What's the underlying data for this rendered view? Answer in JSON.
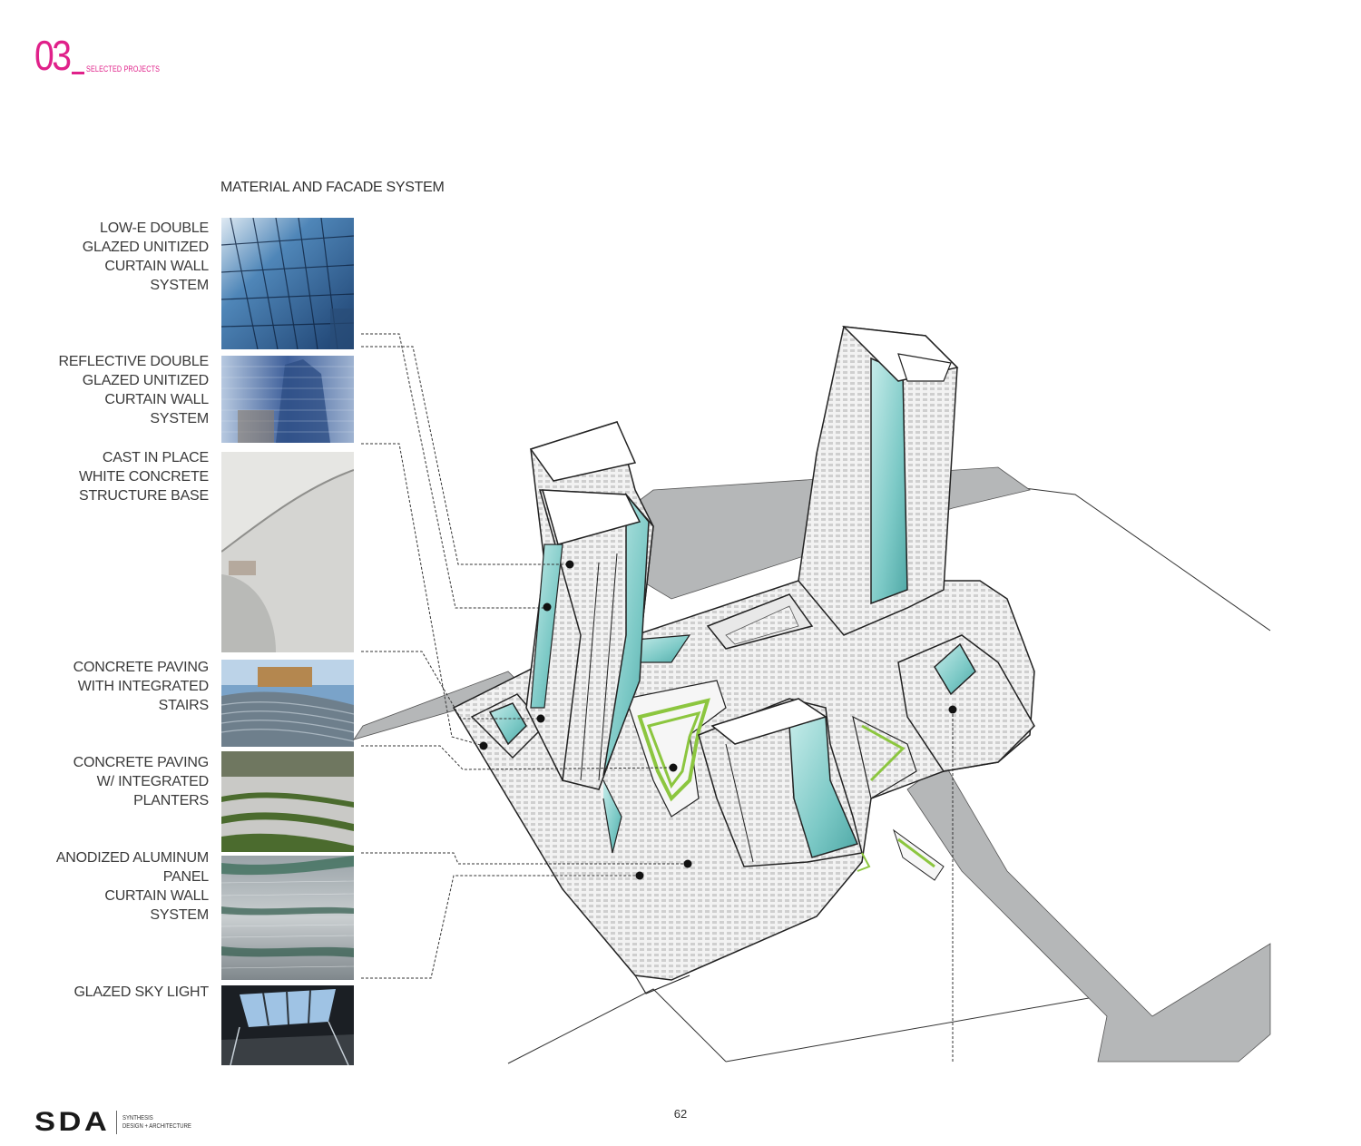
{
  "header": {
    "chapter_number": "03",
    "chapter_title": "SELECTED PROJECTS"
  },
  "section": {
    "title": "MATERIAL  AND FACADE SYSTEM"
  },
  "materials": [
    {
      "label": "LOW-E DOUBLE\nGLAZED UNITIZED\nCURTAIN WALL\nSYSTEM",
      "photo": "blue-glass-curtain-wall"
    },
    {
      "label": "REFLECTIVE DOUBLE\nGLAZED UNITIZED\nCURTAIN WALL\nSYSTEM",
      "photo": "reflective-glass-tower"
    },
    {
      "label": "CAST IN PLACE\nWHITE CONCRETE\nSTRUCTURE BASE",
      "photo": "white-concrete-overhang"
    },
    {
      "label": "CONCRETE PAVING\nWITH INTEGRATED\nSTAIRS",
      "photo": "stepped-concrete-paving"
    },
    {
      "label": "CONCRETE PAVING\nW/ INTEGRATED\nPLANTERS",
      "photo": "paving-with-planters"
    },
    {
      "label": "ANODIZED ALUMINUM\nPANEL\nCURTAIN WALL\nSYSTEM",
      "photo": "aluminum-panel-wall"
    },
    {
      "label": "GLAZED SKY LIGHT",
      "photo": "glazed-skylight-interior"
    }
  ],
  "colors": {
    "accent": "#e0218a",
    "teal_glass": "#7cc9c6",
    "green_planter": "#8cc63f",
    "road_gray": "#b5b7b8"
  },
  "footer": {
    "logo": "SDA",
    "logo_subtitle_1": "SYNTHESIS",
    "logo_subtitle_2": "DESIGN + ARCHITECTURE",
    "page_number": "62"
  }
}
